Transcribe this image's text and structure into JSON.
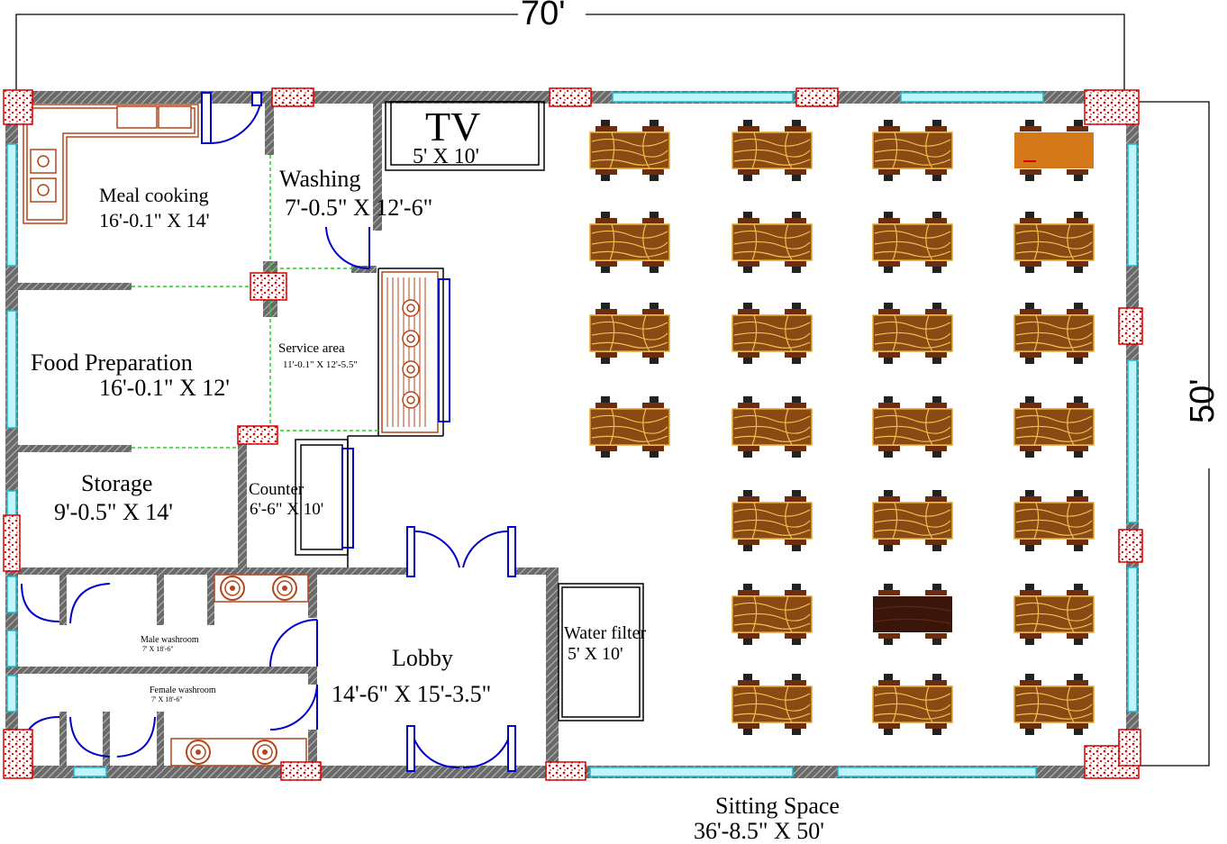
{
  "dimensions": {
    "width": "70'",
    "height": "50'"
  },
  "tv": {
    "title": "TV",
    "size": "5' X 10'"
  },
  "rooms": {
    "meal_cooking": {
      "name": "Meal cooking",
      "size": "16'-0.1\" X 14'"
    },
    "washing": {
      "name": "Washing",
      "size": "7'-0.5\" X 12'-6\""
    },
    "food_preparation": {
      "name": "Food Preparation",
      "size": "16'-0.1\" X 12'"
    },
    "service_area": {
      "name": "Service area",
      "size": "11'-0.1\" X 12'-5.5\""
    },
    "storage": {
      "name": "Storage",
      "size": "9'-0.5\" X 14'"
    },
    "counter": {
      "name": "Counter",
      "size": "6'-6\" X 10'"
    },
    "male_washroom": {
      "name": "Male washroom",
      "size": "7' X 18'-6\""
    },
    "female_washroom": {
      "name": "Female washroom",
      "size": "7' X 18'-6\""
    },
    "lobby": {
      "name": "Lobby",
      "size": "14'-6\" X 15'-3.5\""
    },
    "water_filter": {
      "name": "Water filter",
      "size": "5' X 10'"
    },
    "sitting_space": {
      "name": "Sitting Space",
      "size": "36'-8.5\" X 50'"
    }
  },
  "colors": {
    "wall": "#4a4a4a",
    "window": "#33d6e6",
    "column": "#d90000",
    "door": "#0000cc",
    "table": "#d98a1a",
    "chair": "#6b2f10",
    "grid": "#1bd61b"
  }
}
